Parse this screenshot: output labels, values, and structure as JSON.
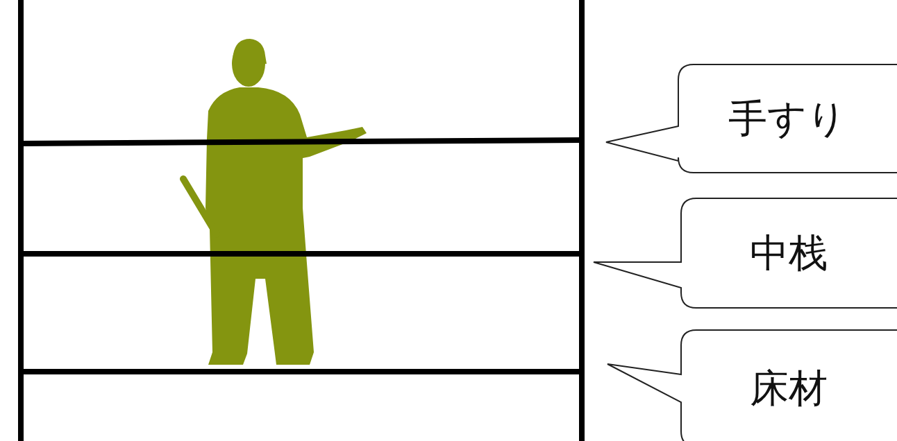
{
  "diagram": {
    "nodes": [
      {
        "text": [
          "手すり"
        ]
      },
      {
        "text": [
          "中栈"
        ]
      },
      {
        "text": [
          "床材"
        ]
      }
    ]
  }
}
